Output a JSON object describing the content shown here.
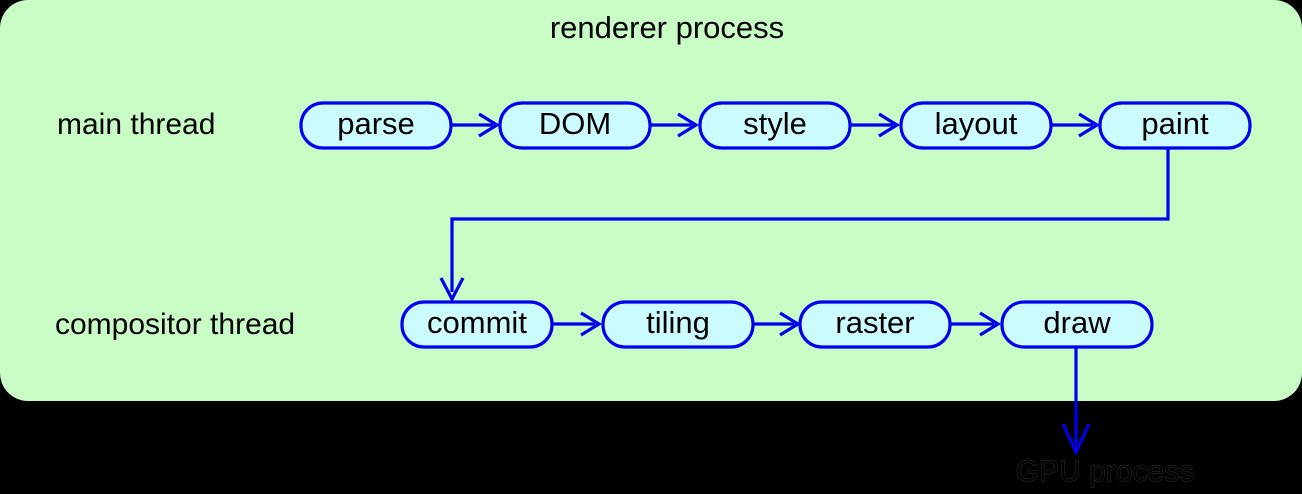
{
  "diagram": {
    "title": "renderer process",
    "background_color": "#000000",
    "panel_color": "#c9fbc4",
    "node_fill_color": "#ccfbff",
    "node_stroke_color": "#0000ee",
    "edge_color": "#0000ee",
    "text_color": "#000000",
    "threads": [
      {
        "id": "main-thread",
        "label": "main thread",
        "nodes": [
          {
            "id": "parse",
            "label": "parse"
          },
          {
            "id": "dom",
            "label": "DOM"
          },
          {
            "id": "style",
            "label": "style"
          },
          {
            "id": "layout",
            "label": "layout"
          },
          {
            "id": "paint",
            "label": "paint"
          }
        ]
      },
      {
        "id": "compositor-thread",
        "label": "compositor thread",
        "nodes": [
          {
            "id": "commit",
            "label": "commit"
          },
          {
            "id": "tiling",
            "label": "tiling"
          },
          {
            "id": "raster",
            "label": "raster"
          },
          {
            "id": "draw",
            "label": "draw"
          }
        ]
      }
    ],
    "external": {
      "gpu_process_label": "GPU process"
    }
  }
}
